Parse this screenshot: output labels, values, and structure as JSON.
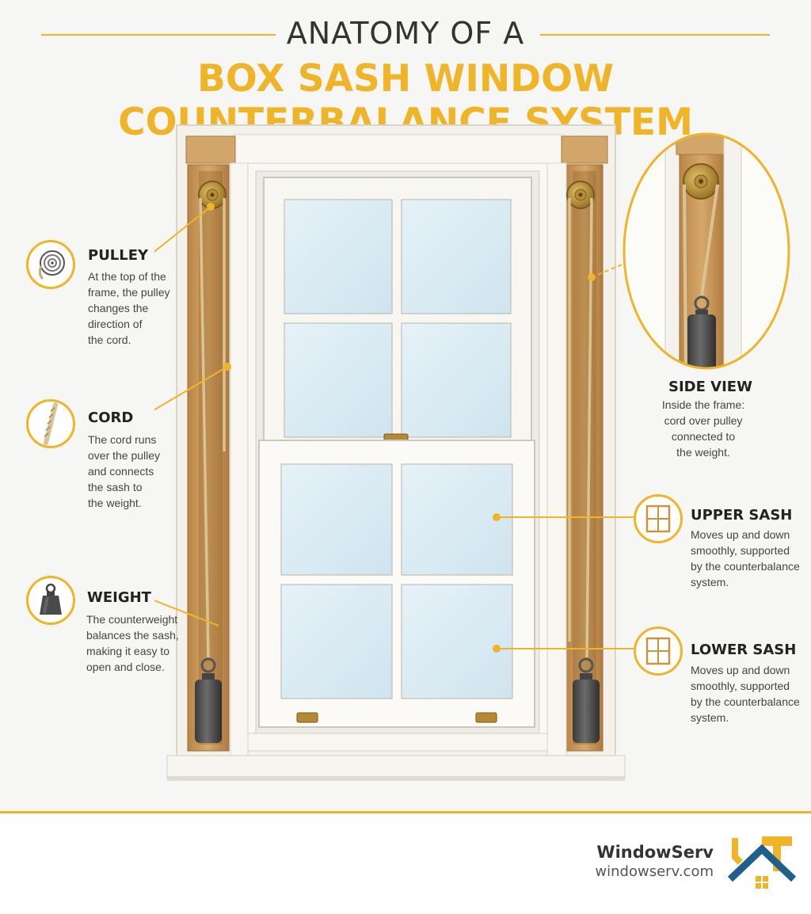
{
  "header": {
    "title_top": "ANATOMY OF A",
    "title_main": "BOX SASH WINDOW COUNTERBALANCE SYSTEM"
  },
  "callouts": {
    "pulley": {
      "icon": "pulley-icon",
      "label": "PULLEY",
      "desc": [
        "At the top of the",
        "frame, the pulley",
        "changes the",
        "direction of",
        "the cord."
      ]
    },
    "cord": {
      "icon": "cord-icon",
      "label": "CORD",
      "desc": [
        "The cord runs",
        "over the pulley",
        "and connects",
        "the sash to",
        "the weight."
      ]
    },
    "weight": {
      "icon": "weight-icon",
      "label": "WEIGHT",
      "desc": [
        "The counterweight",
        "balances the sash,",
        "making it easy to",
        "open and close."
      ]
    },
    "side_view": {
      "label": "SIDE VIEW",
      "desc": [
        "Inside the frame:",
        "cord over pulley",
        "connected to",
        "the weight."
      ]
    },
    "upper_sash": {
      "icon": "window-icon",
      "label": "UPPER SASH",
      "desc": [
        "Moves up and down",
        "smoothly, supported",
        "by the counterbalance",
        "system."
      ]
    },
    "lower_sash": {
      "icon": "window-icon",
      "label": "LOWER SASH",
      "desc": [
        "Moves up and down",
        "smoothly, supported",
        "by the counterbalance",
        "system."
      ]
    }
  },
  "footer": {
    "brand_name": "WindowServ",
    "brand_url": "windowserv.com",
    "logo_icon": "house-tools-logo"
  },
  "colors": {
    "accent": "#f0b429",
    "wood": "#c99a5e",
    "frame": "#f4f2ec",
    "glass": "#d7eaf4",
    "text": "#333333"
  }
}
